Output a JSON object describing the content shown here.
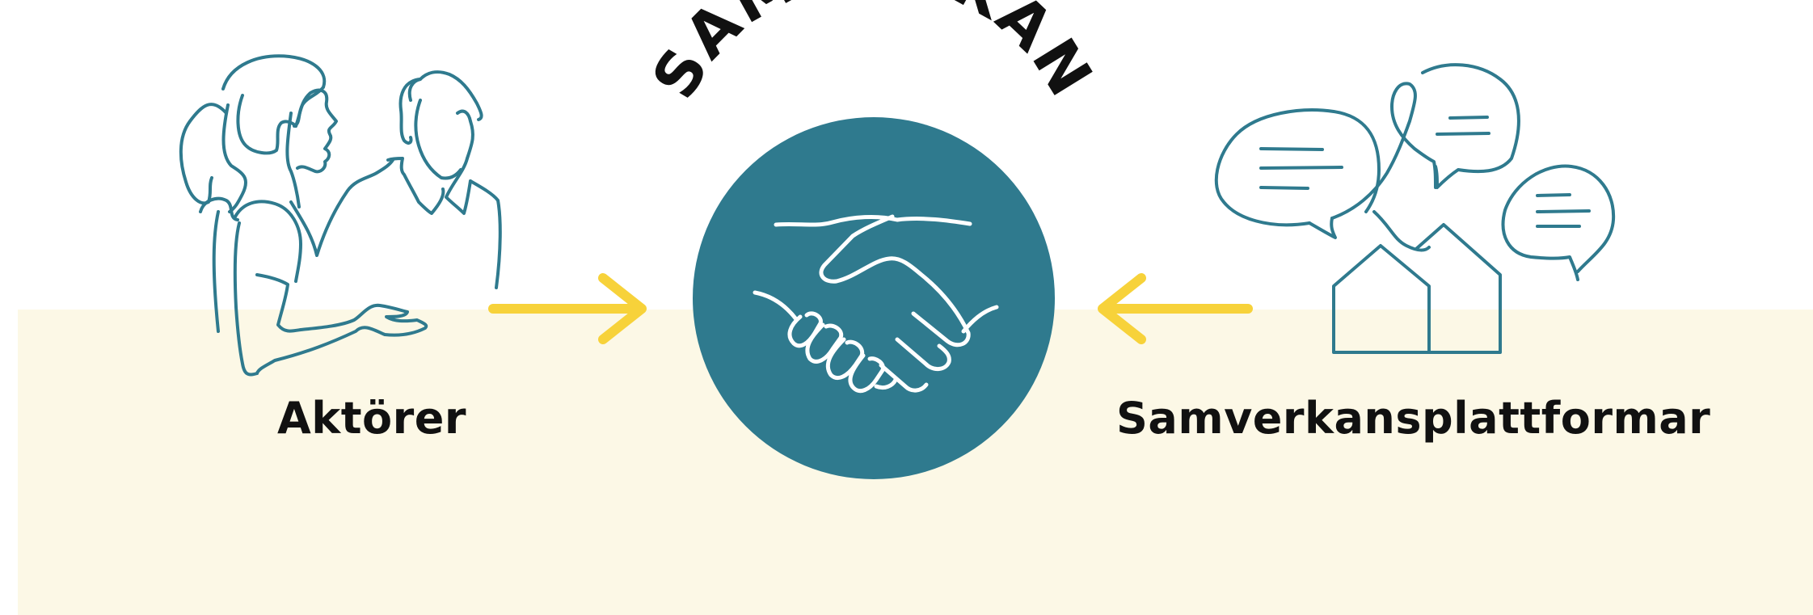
{
  "title": "SAMVERKAN",
  "nodes": {
    "left": {
      "label": "Aktörer",
      "icon": "people-talking-icon"
    },
    "center": {
      "icon": "handshake-icon"
    },
    "right": {
      "label": "Samverkansplattformar",
      "icon": "houses-speech-bubbles-icon"
    }
  },
  "colors": {
    "band": "#fcf8e6",
    "circle": "#2f7a8e",
    "line_art": "#2f7a8e",
    "arrow": "#f7d23a",
    "text": "#111111"
  }
}
